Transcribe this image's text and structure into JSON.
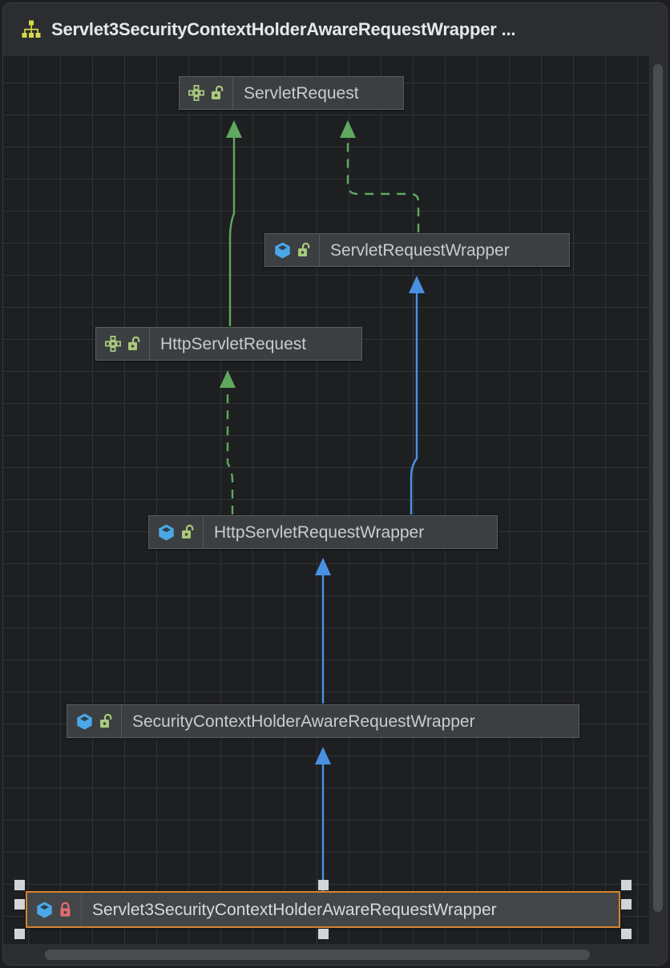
{
  "window": {
    "title": "Servlet3SecurityContextHolderAwareRequestWrapper ...",
    "title_icon": "hierarchy-diagram-icon"
  },
  "colors": {
    "background": "#1d1f21",
    "grid_line": "#313337",
    "node_fill": "#3c3f41",
    "node_border": "#5a5d60",
    "node_label": "#c8ccd0",
    "selection_border": "#d8822c",
    "selection_handle": "#d2d4d6",
    "interface_icon": "#a9c97d",
    "class_icon": "#4aa8e8",
    "lock_public": "#a9c97d",
    "lock_private": "#e06c6c",
    "edge_inheritance_green": "#5fa85f",
    "edge_inheritance_blue": "#4a90e2",
    "title_icon": "#d6d94a"
  },
  "diagram": {
    "nodes": [
      {
        "id": "servlet-request",
        "label": "ServletRequest",
        "kind": "interface",
        "kind_icon": "interface-icon",
        "visibility": "public",
        "visibility_icon": "unlocked-padlock-icon",
        "selected": false
      },
      {
        "id": "servlet-request-wrapper",
        "label": "ServletRequestWrapper",
        "kind": "class",
        "kind_icon": "class-cube-icon",
        "visibility": "public",
        "visibility_icon": "unlocked-padlock-icon",
        "selected": false
      },
      {
        "id": "http-servlet-request",
        "label": "HttpServletRequest",
        "kind": "interface",
        "kind_icon": "interface-icon",
        "visibility": "public",
        "visibility_icon": "unlocked-padlock-icon",
        "selected": false
      },
      {
        "id": "http-servlet-request-wrapper",
        "label": "HttpServletRequestWrapper",
        "kind": "class",
        "kind_icon": "class-cube-icon",
        "visibility": "public",
        "visibility_icon": "unlocked-padlock-icon",
        "selected": false
      },
      {
        "id": "security-context-holder-aware-request-wrapper",
        "label": "SecurityContextHolderAwareRequestWrapper",
        "kind": "class",
        "kind_icon": "class-cube-icon",
        "visibility": "public",
        "visibility_icon": "unlocked-padlock-icon",
        "selected": false
      },
      {
        "id": "servlet3-security-context-holder-aware-request-wrapper",
        "label": "Servlet3SecurityContextHolderAwareRequestWrapper",
        "kind": "class",
        "kind_icon": "class-cube-icon",
        "visibility": "private",
        "visibility_icon": "locked-padlock-icon",
        "selected": true
      }
    ],
    "edges": [
      {
        "from": "http-servlet-request",
        "to": "servlet-request",
        "style": "solid",
        "color": "green",
        "relation": "extends"
      },
      {
        "from": "servlet-request-wrapper",
        "to": "servlet-request",
        "style": "dashed",
        "color": "green",
        "relation": "implements"
      },
      {
        "from": "http-servlet-request-wrapper",
        "to": "http-servlet-request",
        "style": "dashed",
        "color": "green",
        "relation": "implements"
      },
      {
        "from": "http-servlet-request-wrapper",
        "to": "servlet-request-wrapper",
        "style": "solid",
        "color": "blue",
        "relation": "extends"
      },
      {
        "from": "security-context-holder-aware-request-wrapper",
        "to": "http-servlet-request-wrapper",
        "style": "solid",
        "color": "blue",
        "relation": "extends"
      },
      {
        "from": "servlet3-security-context-holder-aware-request-wrapper",
        "to": "security-context-holder-aware-request-wrapper",
        "style": "solid",
        "color": "blue",
        "relation": "extends"
      }
    ]
  },
  "scrollbars": {
    "vertical": "vertical-scrollbar",
    "horizontal": "horizontal-scrollbar"
  }
}
